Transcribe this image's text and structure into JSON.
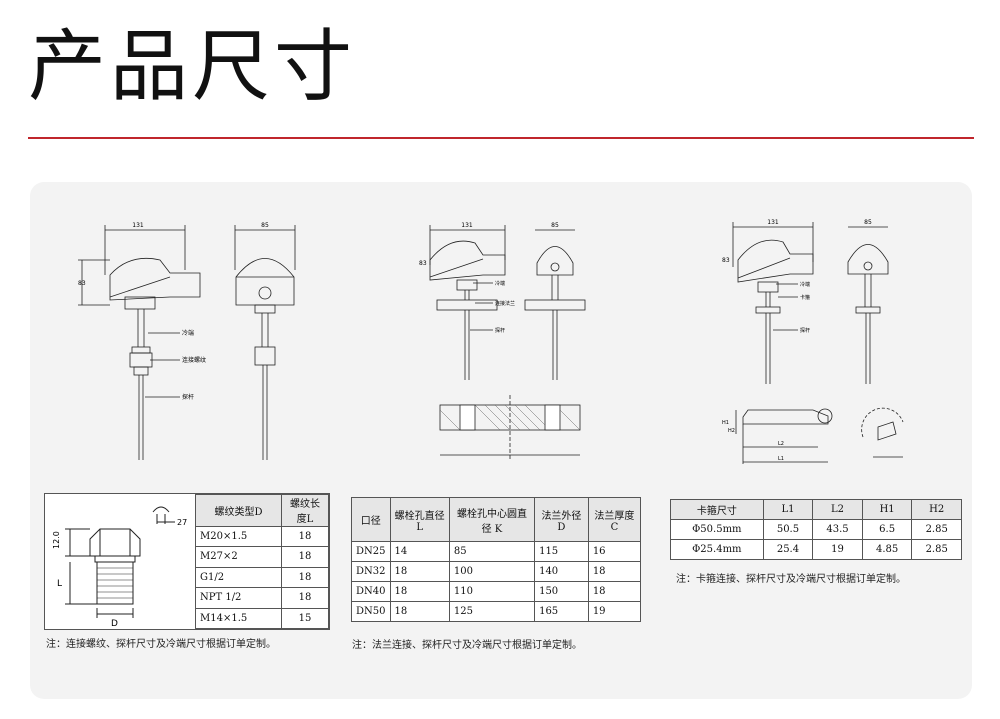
{
  "page": {
    "title": "产品尺寸"
  },
  "colors": {
    "accent": "#c0262c",
    "panel": "#f3f3f3"
  },
  "figure1": {
    "dim_width": "131",
    "dim_height": "83",
    "dim_side": "85",
    "label_cold": "冷端",
    "label_thread": "连接螺纹",
    "label_probe": "探杆"
  },
  "figure2": {
    "dim_width": "131",
    "dim_height": "83",
    "dim_side": "85",
    "label_cold": "冷端",
    "label_flange": "连接法兰",
    "label_probe": "探杆"
  },
  "figure3": {
    "dim_width": "131",
    "dim_height": "83",
    "dim_side": "85",
    "label_cold": "冷端",
    "label_clamp": "卡箍",
    "label_probe": "探杆",
    "label_l1": "L1",
    "label_l2": "L2",
    "label_h1": "H1",
    "label_h2": "H2"
  },
  "thread_fig": {
    "dim_27": "27",
    "dim_12": "12.0",
    "label_l": "L",
    "label_d": "D"
  },
  "table1": {
    "headers": [
      "螺纹类型D",
      "螺纹长度L"
    ],
    "rows": [
      [
        "M20×1.5",
        "18"
      ],
      [
        "M27×2",
        "18"
      ],
      [
        "G1/2",
        "18"
      ],
      [
        "NPT 1/2",
        "18"
      ],
      [
        "M14×1.5",
        "15"
      ]
    ],
    "note": "注：连接螺纹、探杆尺寸及冷端尺寸根据订单定制。"
  },
  "table2": {
    "headers": [
      "口径",
      "螺栓孔直径 L",
      "螺栓孔中心圆直径 K",
      "法兰外径 D",
      "法兰厚度 C"
    ],
    "rows": [
      [
        "DN25",
        "14",
        "85",
        "115",
        "16"
      ],
      [
        "DN32",
        "18",
        "100",
        "140",
        "18"
      ],
      [
        "DN40",
        "18",
        "110",
        "150",
        "18"
      ],
      [
        "DN50",
        "18",
        "125",
        "165",
        "19"
      ]
    ],
    "note": "注：法兰连接、探杆尺寸及冷端尺寸根据订单定制。"
  },
  "table3": {
    "headers": [
      "卡箍尺寸",
      "L1",
      "L2",
      "H1",
      "H2"
    ],
    "rows": [
      [
        "Φ50.5mm",
        "50.5",
        "43.5",
        "6.5",
        "2.85"
      ],
      [
        "Φ25.4mm",
        "25.4",
        "19",
        "4.85",
        "2.85"
      ]
    ],
    "note": "注：卡箍连接、探杆尺寸及冷端尺寸根据订单定制。"
  }
}
